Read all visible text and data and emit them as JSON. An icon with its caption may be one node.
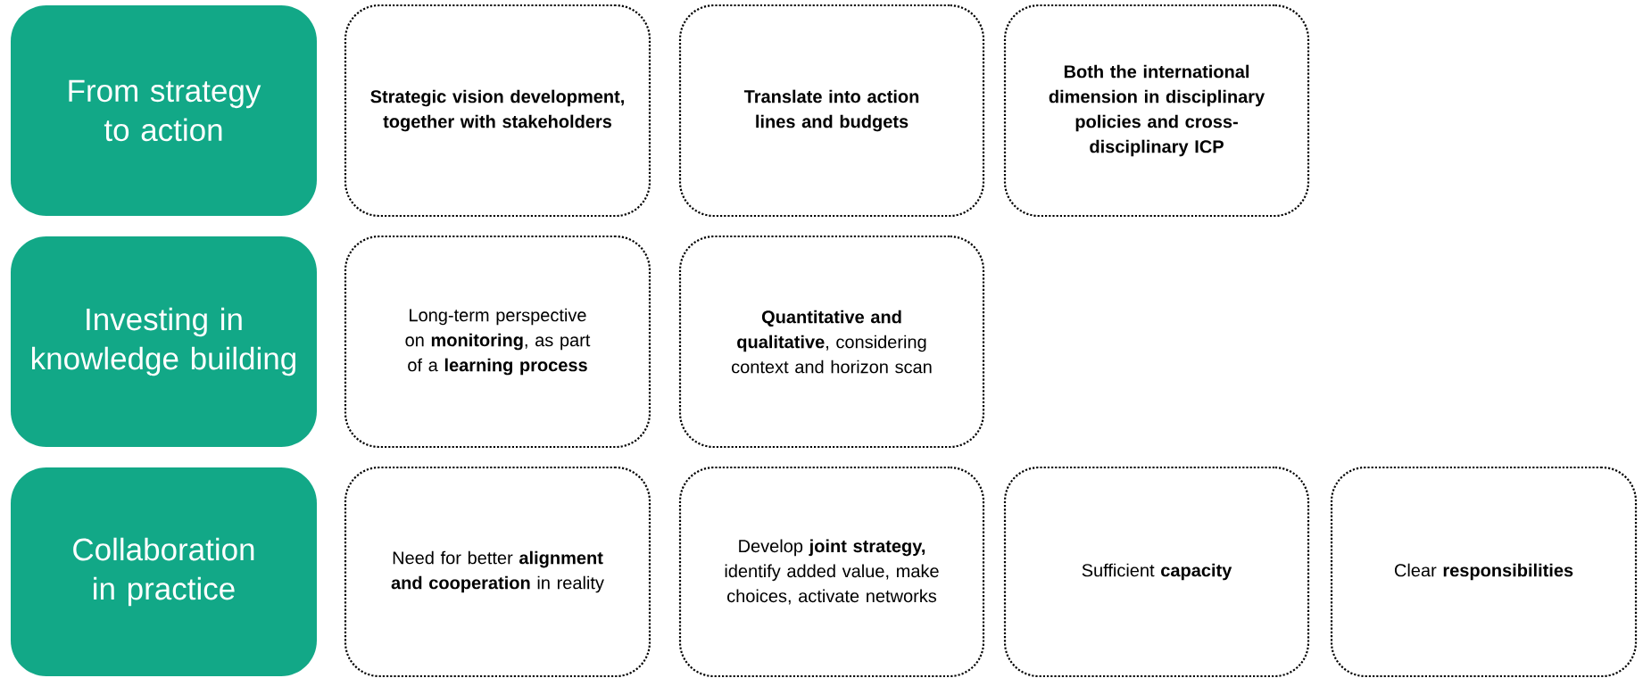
{
  "diagram": {
    "nodes": [
      {
        "text": [
          "From strategy to action"
        ]
      },
      {
        "text": [
          "Strategic vision development, together with stakeholders"
        ]
      },
      {
        "text": [
          "Translate into action lines and budgets"
        ]
      },
      {
        "text": [
          "Both the international dimension in disciplinary policies and cross-disciplinary ICP"
        ]
      },
      {
        "text": [
          "Investing in knowledge building"
        ]
      },
      {
        "text": [
          "Long-term perspective on **monitoring**, as part of a **learning process**"
        ]
      },
      {
        "text": [
          "**Quantitative and qualitative**, considering context and horizon scan"
        ]
      },
      {
        "text": [
          "Collaboration in practice"
        ]
      },
      {
        "text": [
          "Need for better **alignment and cooperation** in reality"
        ]
      },
      {
        "text": [
          "Develop **joint strategy,** identify added value, make choices, activate networks"
        ]
      },
      {
        "text": [
          "Sufficient **capacity**"
        ]
      },
      {
        "text": [
          "Clear **responsibilities**"
        ]
      }
    ]
  }
}
